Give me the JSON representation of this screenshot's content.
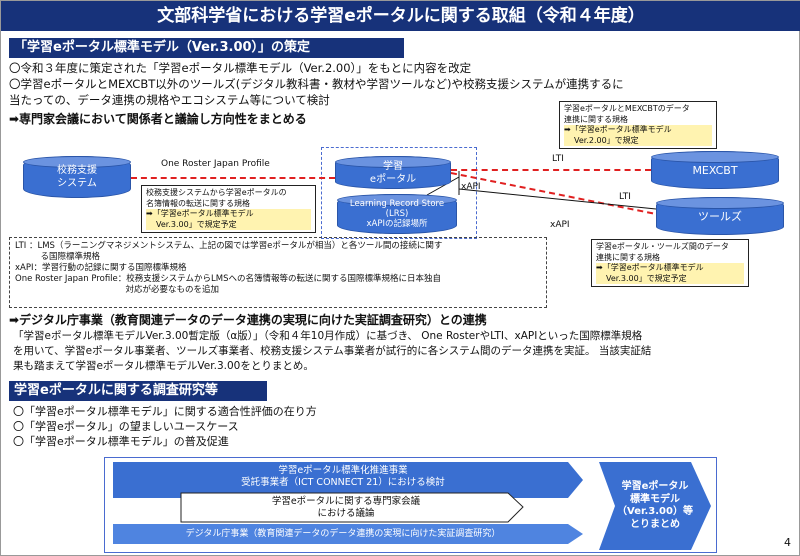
{
  "title": "文部科学省における学習eポータルに関する取組（令和４年度）",
  "section1": {
    "heading": "「学習eポータル標準モデル（Ver.3.00）」の策定",
    "lines": [
      "〇令和３年度に策定された「学習eポータル標準モデル（Ver.2.00）」をもとに内容を改定",
      "〇学習eポータルとMEXCBT以外のツールズ(デジタル教科書・教材や学習ツールなど)や校務支援システムが連携するに",
      "当たっての、データ連携の規格やエコシステム等について検討"
    ],
    "emphasis": "➡専門家会議において関係者と議論し方向性をまとめる"
  },
  "diagram": {
    "school_system": "校務支援\nシステム",
    "oneroster_label": "One Roster Japan Profile",
    "portal": "学習\neポータル",
    "lrs": "Learning Record Store\n(LRS)\nxAPIの記録場所",
    "mexcbt": "MEXCBT",
    "tools": "ツールズ",
    "lti1": "LTI",
    "lti2": "LTI",
    "xapi1": "xAPI",
    "xapi2": "xAPI",
    "callout_mexcbt": [
      "学習eポータルとMEXCBTのデータ",
      "連携に関する規格",
      "➡「学習eポータル標準モデル",
      "Ver.2.00」で規定"
    ],
    "callout_school": [
      "校務支援システムから学習eポータルの",
      "名簿情報の転送に関する規格",
      "➡「学習eポータル標準モデル",
      "Ver.3.00」で規定予定"
    ],
    "callout_tools": [
      "学習eポータル・ツールズ間のデータ",
      "連携に関する規格",
      "➡「学習eポータル標準モデル",
      "Ver.3.00」で規定予定"
    ]
  },
  "legend": [
    "LTI ：LMS（ラーニングマネジメントシステム、上記の図では学習eポータルが相当）と各ツール間の接続に関す",
    "　　　る国際標準規格",
    "xAPI：学習行動の記録に関する国際標準規格",
    "One Roster Japan Profile：校務支援システムからLMSへの名簿情報等の転送に関する国際標準規格に日本独自",
    "　　　　　　　　　　　　　対応が必要なものを追加"
  ],
  "digital": {
    "heading": "➡デジタル庁事業（教育関連データのデータ連携の実現に向けた実証調査研究）との連携",
    "lines": [
      "「学習eポータル標準モデルVer.3.00暫定版（α版）」（令和４年10月作成）に基づき、 One RosterやLTI、xAPIといった国際標準規格",
      "を用いて、学習eポータル事業者、ツールズ事業者、校務支援システム事業者が試行的に各システム間のデータ連携を実証。 当該実証結",
      "果も踏まえて学習eポータル標準モデルVer.3.00をとりまとめ。"
    ]
  },
  "section2": {
    "heading": "学習eポータルに関する調査研究等",
    "items": [
      "〇「学習eポータル標準モデル」に関する適合性評価の在り方",
      "〇「学習eポータル」の望ましいユースケース",
      "〇「学習eポータル標準モデル」の普及促進"
    ]
  },
  "flow": {
    "bar1": "学習eポータル標準化推進事業\n受託事業者（ICT CONNECT 21）における検討",
    "bar2": "学習eポータルに関する専門家会議\nにおける議論",
    "bar3": "デジタル庁事業（教育関連データのデータ連携の実現に向けた実証調査研究）",
    "result": "学習eポータル\n標準モデル\n（Ver.3.00）等\nとりまとめ"
  },
  "page_number": "4",
  "colors": {
    "navy": "#17327a",
    "blue": "#3a6fd1",
    "red": "#e02020"
  }
}
